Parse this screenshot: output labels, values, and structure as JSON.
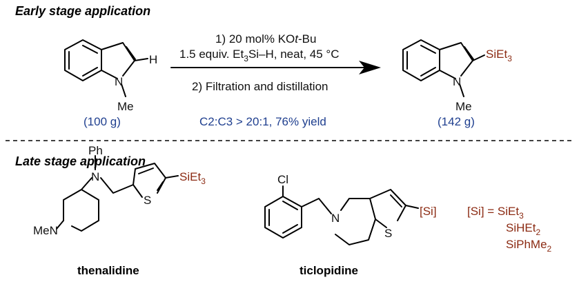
{
  "early": {
    "heading": "Early stage application",
    "reactant_labels": {
      "h": "H",
      "n": "N",
      "me": "Me"
    },
    "reactant_amount": "(100 g)",
    "conditions": {
      "step1_prefix": "1) 20 mol% KO",
      "step1_italic": "t",
      "step1_suffix": "-Bu",
      "step2_a": "1.5 equiv. Et",
      "step2_sub": "3",
      "step2_b": "Si–H, neat, 45 °C",
      "step3": "2) Filtration and distillation",
      "selectivity": "C2:C3 > 20:1, 76% yield"
    },
    "product_labels": {
      "si": "SiEt",
      "si_sub": "3",
      "n": "N",
      "me": "Me"
    },
    "product_amount": "(142 g)"
  },
  "late": {
    "heading": "Late stage application",
    "thenalidine": {
      "name": "thenalidine",
      "ph": "Ph",
      "n_amine": "N",
      "men": "MeN",
      "s": "S",
      "si": "SiEt",
      "si_sub": "3"
    },
    "ticlopidine": {
      "name": "ticlopidine",
      "cl": "Cl",
      "n": "N",
      "s": "S",
      "si": "[Si]"
    },
    "si_legend": {
      "def": "[Si] = SiEt",
      "def_sub": "3",
      "opt2": "SiHEt",
      "opt2_sub": "2",
      "opt3": "SiPhMe",
      "opt3_sub": "2"
    }
  },
  "colors": {
    "blue": "#1f3f8f",
    "silicon": "#8b2a12",
    "black": "#000000"
  }
}
